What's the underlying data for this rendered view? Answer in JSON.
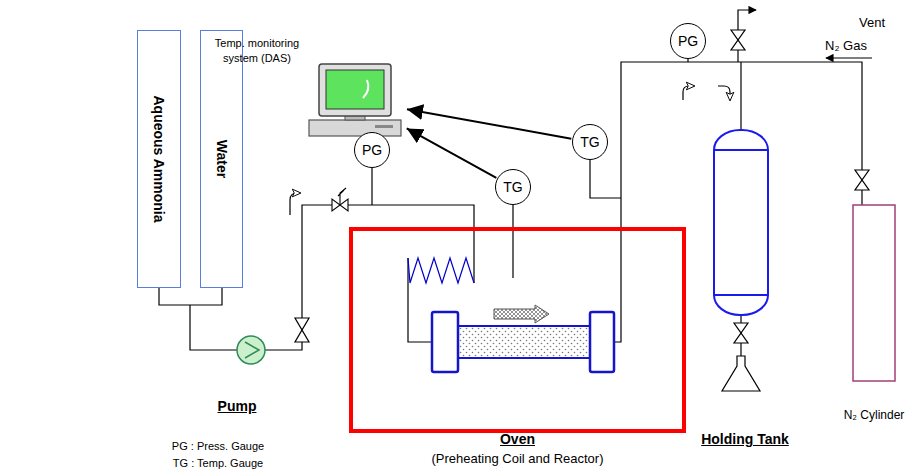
{
  "diagram": {
    "nodes": [
      {
        "text": [
          "Aqueous Ammonia"
        ]
      },
      {
        "text": [
          "Water"
        ]
      },
      {
        "text": [
          "Temp. monitoring system (DAS)"
        ]
      },
      {
        "text": [
          "PG"
        ]
      },
      {
        "text": [
          "TG"
        ]
      },
      {
        "text": [
          "TG"
        ]
      },
      {
        "text": [
          "PG"
        ]
      },
      {
        "text": [
          "Oven",
          "(Preheating Coil and Reactor)"
        ]
      }
    ],
    "edges": [
      {
        "from": 4,
        "to": 2,
        "arrow": "to"
      },
      {
        "from": 5,
        "to": 2,
        "arrow": "to"
      }
    ],
    "labels": [
      "Vent",
      "N₂ Gas",
      "Pump",
      "PG : Press. Gauge",
      "TG : Temp. Gauge",
      "Holding Tank",
      "N₂ Cylinder"
    ]
  }
}
